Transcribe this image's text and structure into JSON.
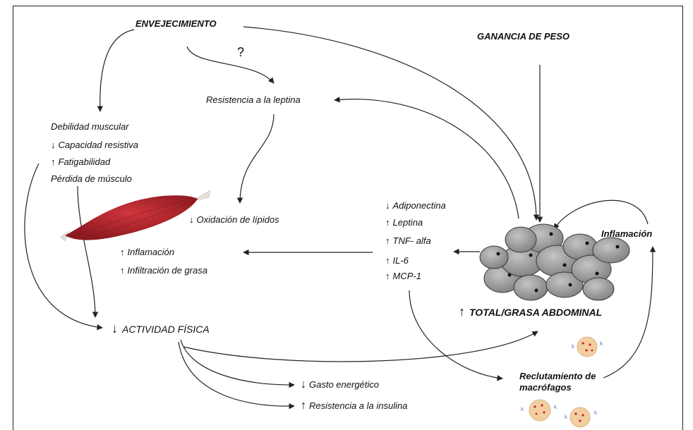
{
  "labels": {
    "aging": "ENVEJECIMIENTO",
    "weight_gain": "GANANCIA DE PESO",
    "question": "?",
    "leptin_resistance": "Resistencia a la leptina",
    "muscle_weakness": "Debilidad muscular",
    "resistive_capacity": "Capacidad resistiva",
    "fatigability": "Fatigabilidad",
    "muscle_loss": "Pérdida de músculo",
    "lipid_oxidation": "Oxidación de lípidos",
    "inflammation_muscle": "Inflamación",
    "fat_infiltration": "Infiltración de grasa",
    "adiponectin": "Adiponectina",
    "leptin": "Leptina",
    "tnf": "TNF- alfa",
    "il6": "IL-6",
    "mcp1": "MCP-1",
    "inflammation_fat": "Inflamación",
    "total_fat": "TOTAL/GRASA ABDOMINAL",
    "physical_activity": "ACTIVIDAD FÍSICA",
    "macrophage_recruitment_1": "Reclutamiento de",
    "macrophage_recruitment_2": "macrófagos",
    "energy_expenditure": "Gasto energético",
    "insulin_resistance": "Resistencia a la insulina"
  },
  "arrows": {
    "down": "↓",
    "up": "↑"
  },
  "colors": {
    "muscle": "#b0222a",
    "fat_cell": "#9a9a9a",
    "macrophage": "#f2cfa0",
    "line": "#222222"
  }
}
